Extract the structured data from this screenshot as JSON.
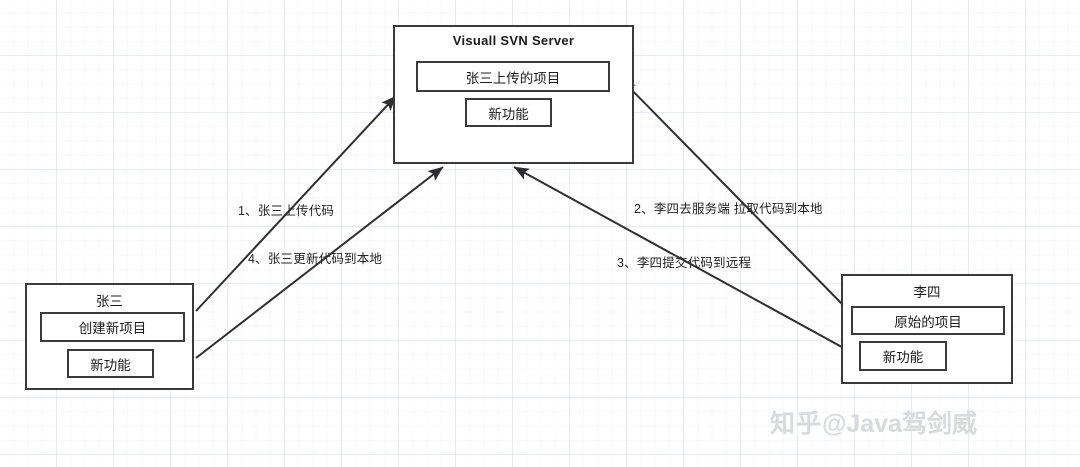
{
  "diagram": {
    "title": "SVN collaboration workflow",
    "background": {
      "grid_color": "#c4cad4",
      "page_color": "#ffffff"
    },
    "stroke_color": "#3a3a3c",
    "text_color": "#1b1b1d",
    "nodes": [
      {
        "id": "server",
        "title": "Visuall SVN Server",
        "items": [
          "张三上传的项目",
          "新功能"
        ]
      },
      {
        "id": "zhangsan",
        "title": "张三",
        "items": [
          "创建新项目",
          "新功能"
        ]
      },
      {
        "id": "lisi",
        "title": "李四",
        "items": [
          "原始的项目",
          "新功能"
        ]
      }
    ],
    "edges": [
      {
        "id": "edge-1",
        "label": "1、张三上传代码",
        "from": "zhangsan",
        "to": "server"
      },
      {
        "id": "edge-2",
        "label": "2、李四去服务端 拉取代码到本地",
        "from": "server",
        "to": "lisi"
      },
      {
        "id": "edge-3",
        "label": "3、李四提交代码到远程",
        "from": "lisi",
        "to": "server"
      },
      {
        "id": "edge-4",
        "label": "4、张三更新代码到本地",
        "from": "server",
        "to": "zhangsan"
      }
    ]
  },
  "watermark": {
    "site": "知乎",
    "handle": "@Java驾剑威",
    "color": "#d9dadd"
  }
}
